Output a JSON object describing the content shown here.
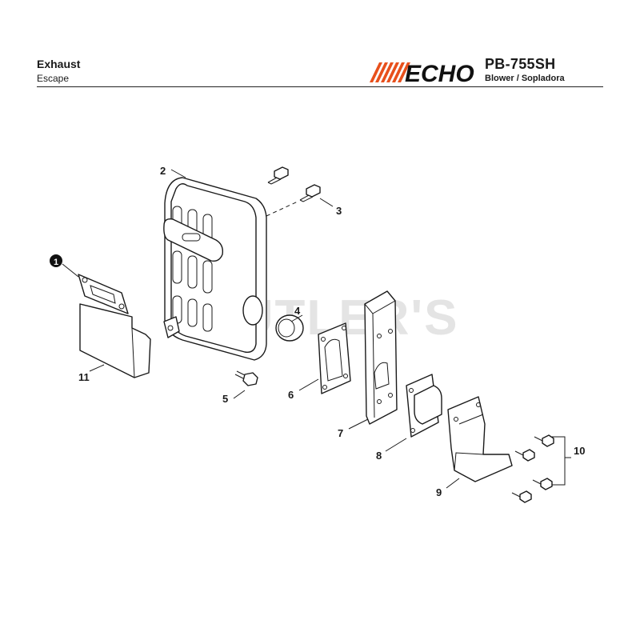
{
  "header": {
    "title": "Exhaust",
    "subtitle": "Escape",
    "brand": "ECHO",
    "model": "PB-755SH",
    "model_subtitle": "Blower / Sopladora"
  },
  "watermark": "CUTLER'S",
  "colors": {
    "brand_stripes": "#e8501c",
    "ink": "#1a1a1a"
  },
  "callouts": [
    "1",
    "2",
    "3",
    "4",
    "5",
    "6",
    "7",
    "8",
    "9",
    "10",
    "11"
  ]
}
